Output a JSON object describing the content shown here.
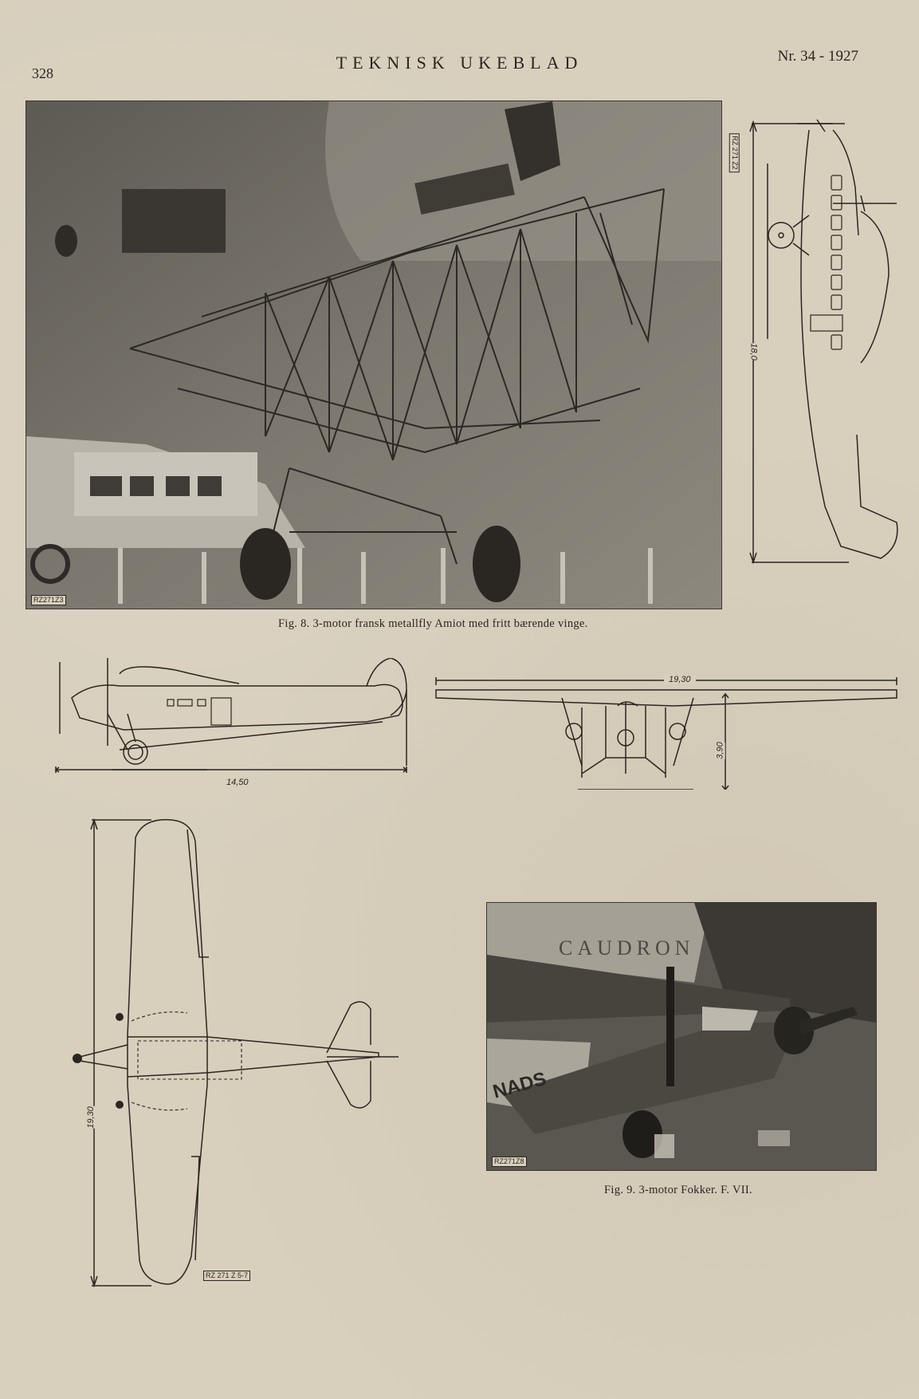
{
  "header": {
    "page_number": "328",
    "journal_title": "TEKNISK UKEBLAD",
    "issue": "Nr. 34 - 1927"
  },
  "figures": {
    "fig8": {
      "caption": "Fig. 8.  3-motor fransk metallfly Amiot med fritt bærende vinge.",
      "photo_ref": "RZ271Z3"
    },
    "top_view_right": {
      "ref_label": "RZ 271 Z2",
      "dimension": "18,0"
    },
    "side_view": {
      "dimension": "14,50"
    },
    "front_view": {
      "span_dimension": "19,30",
      "height_dimension": "3,90"
    },
    "plan_view": {
      "dimension": "19,30",
      "ref_label": "RZ 271 Z 5-7"
    },
    "fig9": {
      "caption": "Fig. 9.  3-motor Fokker.  F. VII.",
      "photo_ref": "RZ271Z8",
      "background_sign": "CAUDRON",
      "fuselage_marking": "NADS"
    }
  },
  "colors": {
    "paper": "#d8cfbd",
    "ink": "#2b2620",
    "photo_mid": "#6d6a63"
  }
}
